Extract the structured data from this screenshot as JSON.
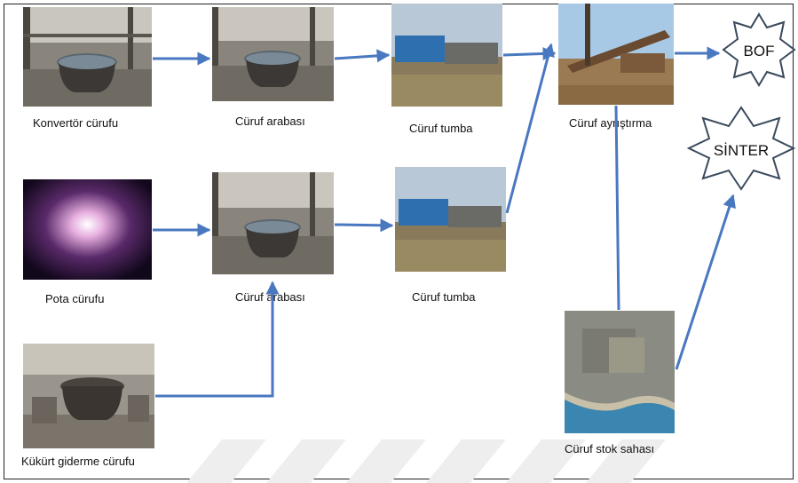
{
  "nodes": {
    "konvertor": "Konvertör cürufu",
    "pota": "Pota cürufu",
    "kukurt": "Kükürt giderme cürufu",
    "araba_top": "Cüruf arabası",
    "araba_mid": "Cüruf arabası",
    "tumba_top": "Cüruf tumba",
    "tumba_mid": "Cüruf tumba",
    "ayristirma": "Cüruf ayrıştırma",
    "stok": "Cüruf stok sahası"
  },
  "outputs": {
    "bof": "BOF",
    "sinter": "SİNTER"
  },
  "colors": {
    "arrow": "#4a78c0",
    "star_stroke": "#3a4a5c",
    "frame": "#222222"
  }
}
